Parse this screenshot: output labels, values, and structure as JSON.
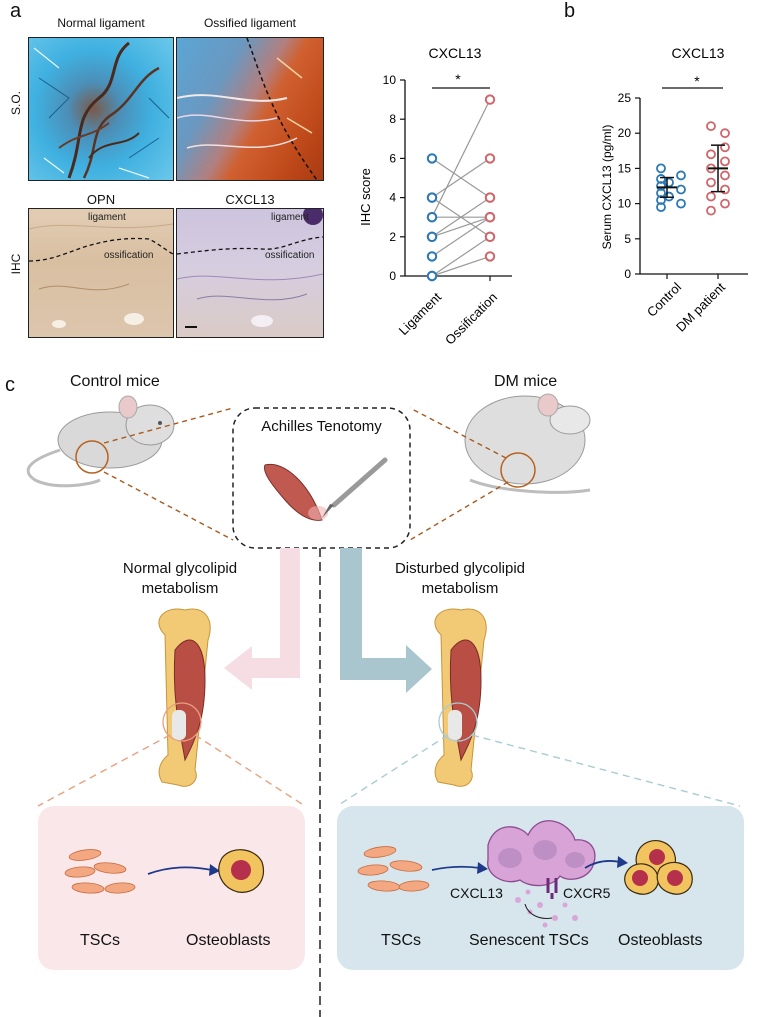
{
  "panels": {
    "a": "a",
    "b": "b",
    "c": "c"
  },
  "panel_a": {
    "micro_titles": [
      "Normal ligament",
      "Ossified ligament",
      "OPN",
      "CXCL13"
    ],
    "row_labels": [
      "S.O.",
      "IHC"
    ],
    "inset_labels": {
      "ligament": "ligament",
      "ossification": "ossification"
    }
  },
  "colors": {
    "blue": "#2a78b5",
    "red": "#d0666b",
    "grey": "#999999"
  },
  "chart_data": [
    {
      "type": "scatter",
      "title": "CXCL13",
      "ylabel": "IHC score",
      "categories": [
        "Ligament",
        "Ossification"
      ],
      "ylim": [
        0,
        10
      ],
      "yticks": [
        "0",
        "2",
        "4",
        "6",
        "8",
        "10"
      ],
      "significance": "*",
      "pairs": [
        [
          0,
          1
        ],
        [
          0,
          2
        ],
        [
          1,
          3
        ],
        [
          2,
          4
        ],
        [
          2,
          3
        ],
        [
          3,
          3
        ],
        [
          3,
          9
        ],
        [
          4,
          6
        ],
        [
          4,
          2
        ],
        [
          6,
          4
        ]
      ]
    },
    {
      "type": "scatter",
      "title": "CXCL13",
      "ylabel": "Serum CXCL13 (pg/ml)",
      "categories": [
        "Control",
        "DM patient"
      ],
      "ylim": [
        0,
        25
      ],
      "yticks": [
        "0",
        "5",
        "10",
        "15",
        "20",
        "25"
      ],
      "significance": "*",
      "series": [
        {
          "values": [
            9.5,
            10,
            10.5,
            11,
            11.5,
            12,
            12.5,
            13,
            13.5,
            14,
            15
          ],
          "mean": 12.3,
          "sd": 1.4
        },
        {
          "values": [
            9,
            10,
            11,
            12,
            13,
            14,
            15,
            16,
            17,
            18,
            20,
            21
          ],
          "mean": 15,
          "sd": 3.3
        }
      ]
    }
  ],
  "panel_c": {
    "control_mice": "Control mice",
    "dm_mice": "DM mice",
    "surgery": "Achilles Tenotomy",
    "normal_line1": "Normal glycolipid",
    "normal_line2": "metabolism",
    "disturbed_line1": "Disturbed glycolipid",
    "disturbed_line2": "metabolism",
    "left_box": {
      "tscs": "TSCs",
      "osteoblasts": "Osteoblasts"
    },
    "right_box": {
      "tscs": "TSCs",
      "senescent": "Senescent TSCs",
      "osteoblasts": "Osteoblasts",
      "cxcl13": "CXCL13",
      "cxcr5": "CXCR5"
    }
  }
}
